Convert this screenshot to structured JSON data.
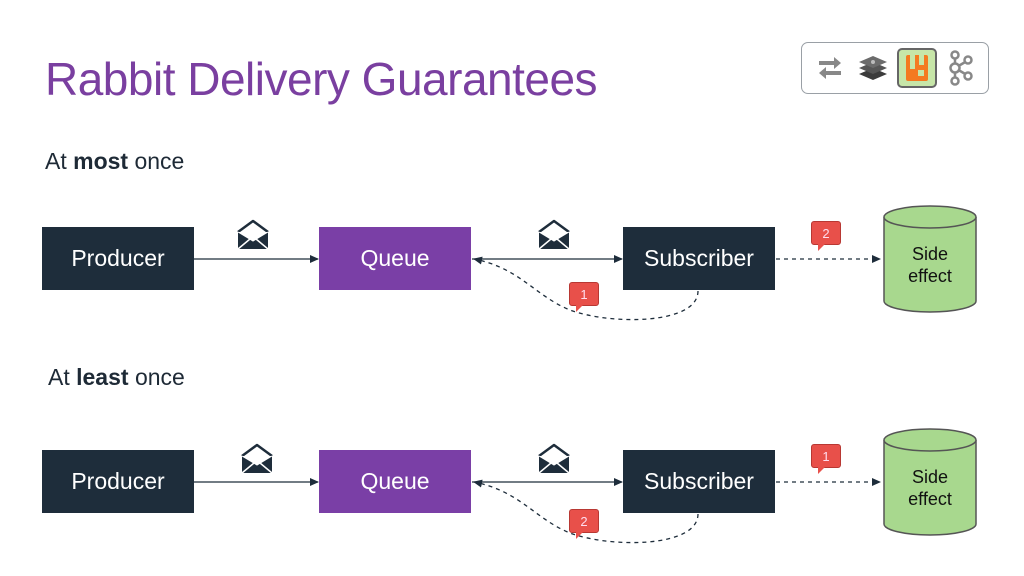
{
  "title": "Rabbit Delivery Guarantees",
  "colors": {
    "title": "#7a3fa0",
    "dark_box": "#1e2d3b",
    "queue_box": "#7a3fa6",
    "side_effect": "#a8d88e",
    "badge": "#e8504a"
  },
  "toolbar": {
    "icons": [
      "transfer-arrows-icon",
      "database-stack-icon",
      "rabbitmq-icon",
      "kafka-icon"
    ],
    "active": "rabbitmq-icon"
  },
  "sections": [
    {
      "label_prefix": "At ",
      "label_bold": "most",
      "label_suffix": " once",
      "producer": "Producer",
      "queue": "Queue",
      "subscriber": "Subscriber",
      "side_effect_line1": "Side",
      "side_effect_line2": "effect",
      "ack_badge": "1",
      "side_effect_badge": "2"
    },
    {
      "label_prefix": "At ",
      "label_bold": "least",
      "label_suffix": " once",
      "producer": "Producer",
      "queue": "Queue",
      "subscriber": "Subscriber",
      "side_effect_line1": "Side",
      "side_effect_line2": "effect",
      "ack_badge": "2",
      "side_effect_badge": "1"
    }
  ]
}
